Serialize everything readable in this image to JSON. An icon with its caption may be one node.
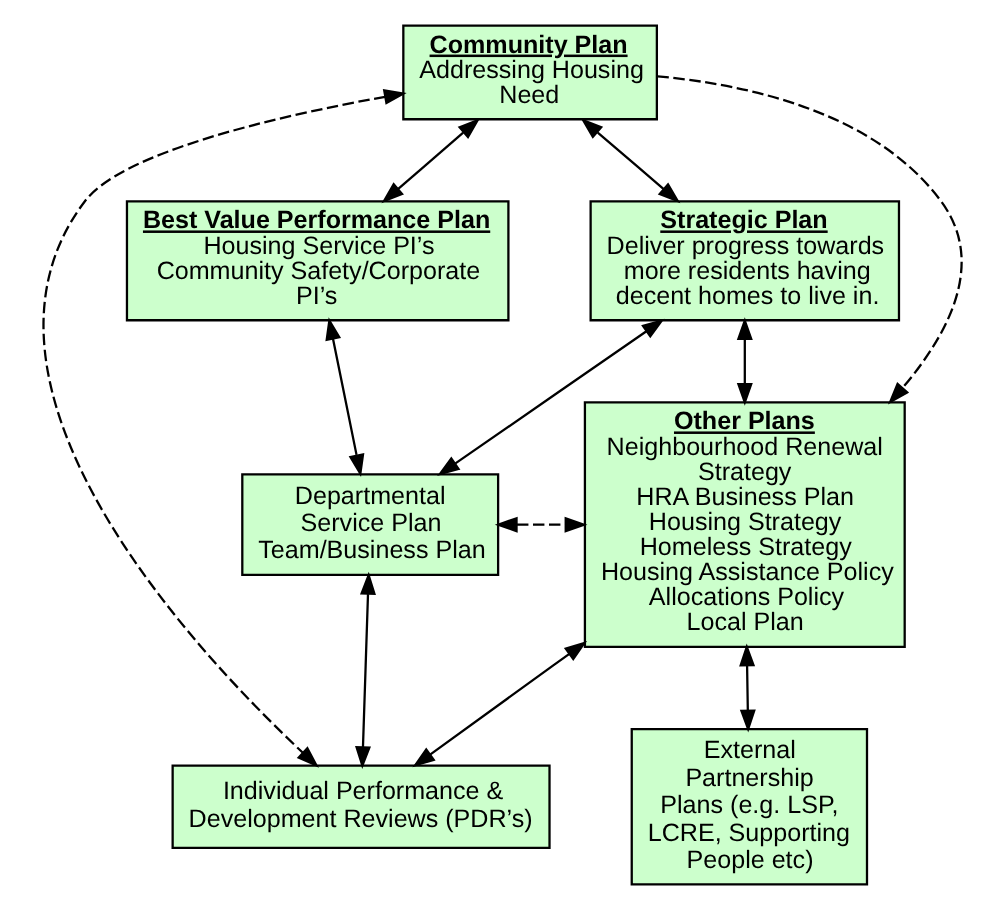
{
  "diagram": {
    "nodes": [
      {
        "text": [
          "Community Plan",
          "Addressing Housing Need"
        ]
      },
      {
        "text": [
          "Best Value Performance Plan",
          "Housing Service PI’s Community Safety/Corporate PI’s"
        ]
      },
      {
        "text": [
          "Strategic Plan",
          "Deliver progress towards more residents having decent homes to live in."
        ]
      },
      {
        "text": [
          "Departmental Service Plan Team/Business Plan"
        ]
      },
      {
        "text": [
          "Other Plans",
          "Neighbourhood Renewal Strategy",
          "HRA Business Plan",
          "Housing Strategy",
          "Homeless Strategy",
          "Housing Assistance Policy",
          "Allocations Policy",
          "Local Plan"
        ]
      },
      {
        "text": [
          "External Partnership Plans (e.g. LSP, LCRE, Supporting People etc)"
        ]
      },
      {
        "text": [
          "Individual Performance & Development Reviews (PDR’s)"
        ]
      }
    ],
    "edges": [
      {
        "from": 0,
        "to": 1,
        "arrow": "both"
      },
      {
        "from": 0,
        "to": 2,
        "arrow": "both"
      },
      {
        "from": 1,
        "to": 3,
        "arrow": "both"
      },
      {
        "from": 3,
        "to": 2,
        "arrow": "both"
      },
      {
        "from": 2,
        "to": 4,
        "arrow": "both"
      },
      {
        "from": 3,
        "to": 4,
        "arrow": "both",
        "style": "dashed"
      },
      {
        "from": 0,
        "to": 6,
        "arrow": "both",
        "style": "dashed"
      },
      {
        "from": 0,
        "to": 4,
        "arrow": "to",
        "style": "dashed"
      },
      {
        "from": 4,
        "to": 5,
        "arrow": "both"
      },
      {
        "from": 3,
        "to": 6,
        "arrow": "both"
      },
      {
        "from": 4,
        "to": 6,
        "arrow": "both"
      }
    ]
  }
}
